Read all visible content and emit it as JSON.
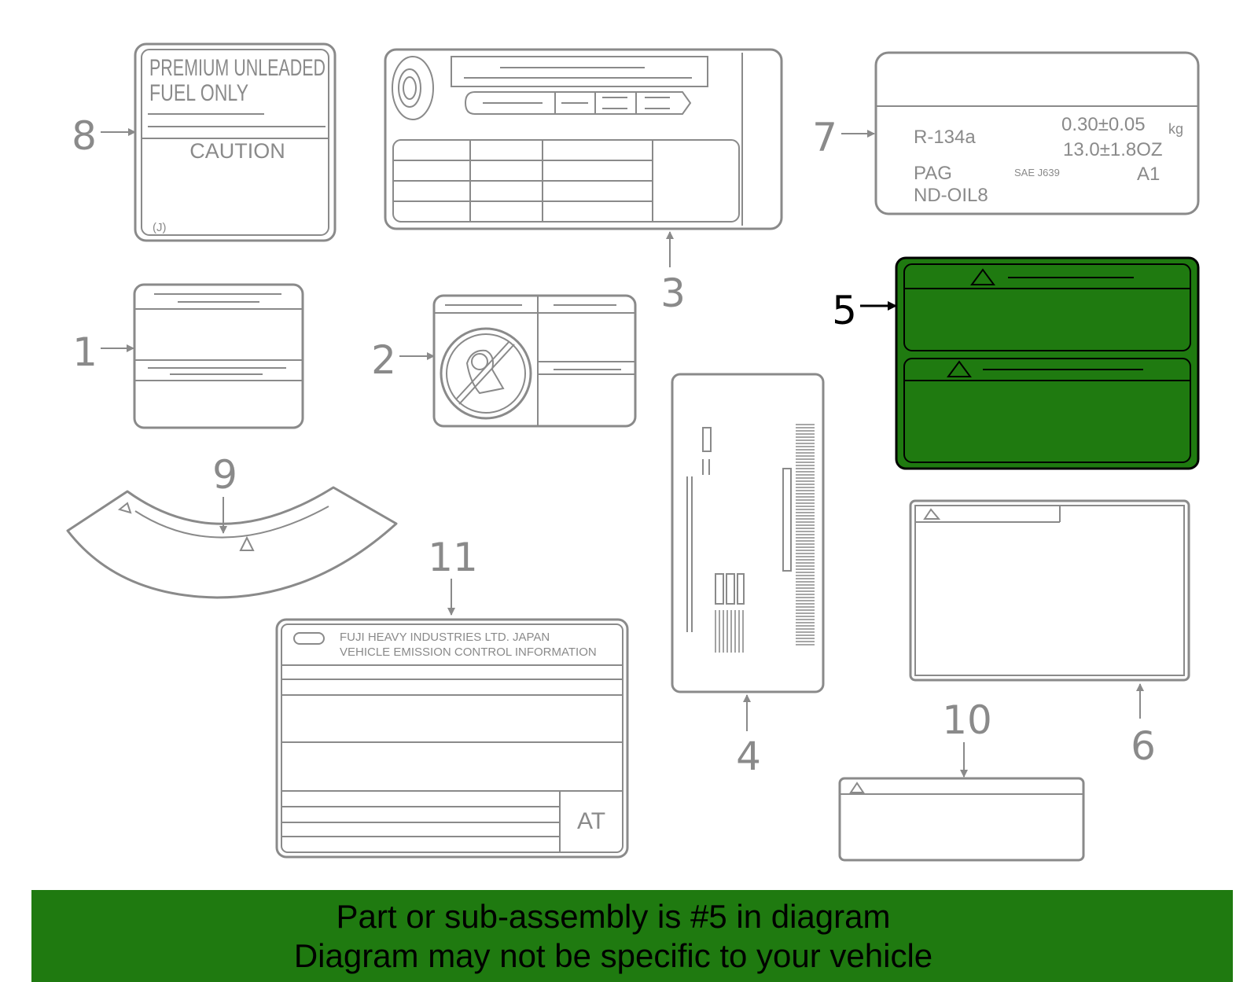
{
  "callouts": {
    "c1": "1",
    "c2": "2",
    "c3": "3",
    "c4": "4",
    "c5": "5",
    "c6": "6",
    "c7": "7",
    "c8": "8",
    "c9": "9",
    "c10": "10",
    "c11": "11"
  },
  "label8": {
    "line1": "PREMIUM UNLEADED",
    "line2": "FUEL ONLY",
    "caution": "CAUTION",
    "code": "(J)"
  },
  "label7": {
    "refrigerant": "R-134a",
    "charge_kg": "0.30±0.05",
    "charge_kg_unit": "kg",
    "charge_oz": "13.0±1.8OZ",
    "oil": "PAG",
    "sae": "SAE J639",
    "grade": "A1",
    "oil_code": "ND-OIL8"
  },
  "label11": {
    "maker": "FUJI HEAVY INDUSTRIES LTD.  JAPAN",
    "title": "VEHICLE EMISSION CONTROL INFORMATION",
    "trans": "AT"
  },
  "banner": {
    "line1": "Part or sub-assembly is #5 in diagram",
    "line2": "Diagram may not be specific to your vehicle"
  },
  "colors": {
    "highlight": "#1f7a10",
    "line_art": "#8a8a8a",
    "active_callout": "#000000"
  }
}
